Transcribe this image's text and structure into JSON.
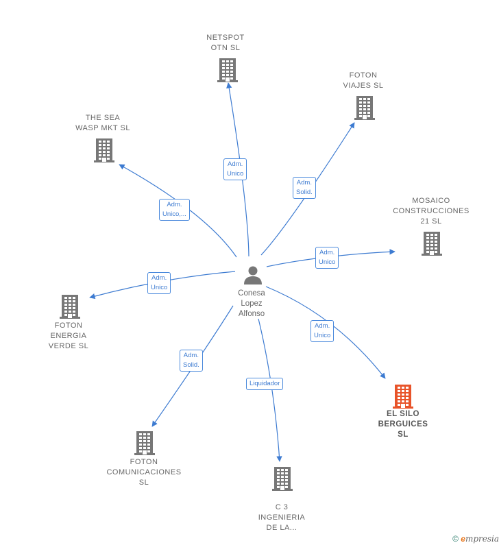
{
  "center": {
    "name": "Conesa\nLopez\nAlfonso",
    "icon": "person-icon"
  },
  "companies": [
    {
      "id": "netspot",
      "name": "NETSPOT\nOTN  SL",
      "icon": "building-icon",
      "color": "#777777"
    },
    {
      "id": "foton-viajes",
      "name": "FOTON\nVIAJES  SL",
      "icon": "building-icon",
      "color": "#777777"
    },
    {
      "id": "the-sea",
      "name": "THE SEA\nWASP MKT SL",
      "icon": "building-icon",
      "color": "#777777"
    },
    {
      "id": "mosaico",
      "name": "MOSAICO\nCONSTRUCCIONES\n21  SL",
      "icon": "building-icon",
      "color": "#777777"
    },
    {
      "id": "foton-energia",
      "name": "FOTON\nENERGIA\nVERDE  SL",
      "icon": "building-icon",
      "color": "#777777"
    },
    {
      "id": "el-silo",
      "name": "EL SILO\nBERGUICES\nSL",
      "icon": "building-icon",
      "color": "#e8542a"
    },
    {
      "id": "foton-comunicaciones",
      "name": "FOTON\nCOMUNICACIONES\nSL",
      "icon": "building-icon",
      "color": "#777777"
    },
    {
      "id": "c3",
      "name": "C 3\nINGENIERIA\nDE LA...",
      "icon": "building-icon",
      "color": "#777777"
    }
  ],
  "relations": [
    {
      "to": "netspot",
      "label": "Adm.\nUnico"
    },
    {
      "to": "foton-viajes",
      "label": "Adm.\nSolid."
    },
    {
      "to": "the-sea",
      "label": "Adm.\nUnico,..."
    },
    {
      "to": "mosaico",
      "label": "Adm.\nUnico"
    },
    {
      "to": "foton-energia",
      "label": "Adm.\nUnico"
    },
    {
      "to": "el-silo",
      "label": "Adm.\nUnico"
    },
    {
      "to": "foton-comunicaciones",
      "label": "Adm.\nSolid."
    },
    {
      "to": "c3",
      "label": "Liquidador"
    }
  ],
  "colors": {
    "edge": "#3d7bd1",
    "icon": "#777777",
    "highlight": "#e8542a"
  },
  "footer": {
    "copyright": "©",
    "brand_e": "e",
    "brand_rest": "mpresia"
  }
}
